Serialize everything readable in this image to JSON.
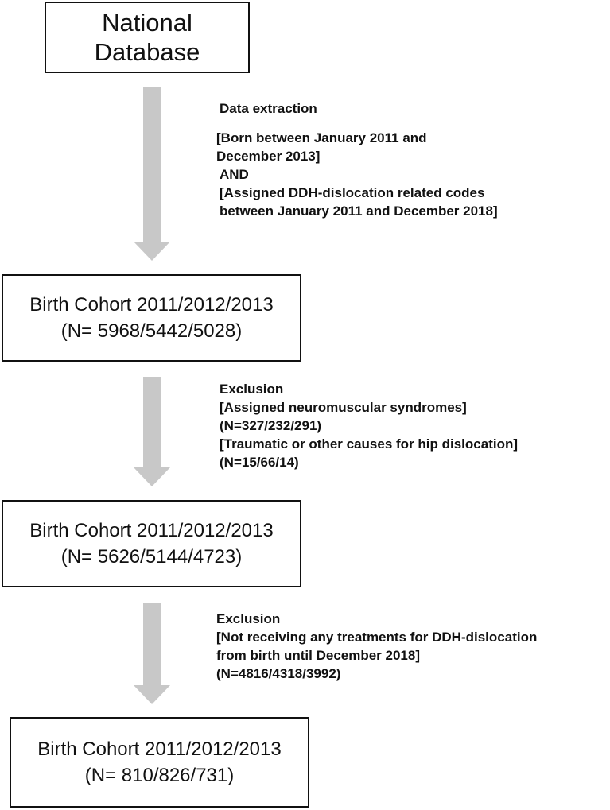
{
  "boxes": {
    "database": {
      "line1": "National",
      "line2": "Database"
    },
    "cohort_1": {
      "line1": "Birth Cohort 2011/2012/2013",
      "line2": "(N= 5968/5442/5028)"
    },
    "cohort_2": {
      "line1": "Birth Cohort 2011/2012/2013",
      "line2": "(N= 5626/5144/4723)"
    },
    "cohort_3": {
      "line1": "Birth Cohort 2011/2012/2013",
      "line2": "(N= 810/826/731)"
    }
  },
  "steps": {
    "extraction": {
      "title": "Data extraction",
      "l1": "[Born between January 2011 and",
      "l2": "December 2013]",
      "l3": "AND",
      "l4": "[Assigned DDH-dislocation related codes",
      "l5": "between January 2011 and December 2018]"
    },
    "exclusion_1": {
      "title": "Exclusion",
      "l1": "[Assigned neuromuscular syndromes]",
      "l2": "(N=327/232/291)",
      "l3": "[Traumatic or other causes for hip dislocation]",
      "l4": "(N=15/66/14)"
    },
    "exclusion_2": {
      "title": "Exclusion",
      "l1": "[Not receiving any treatments for DDH-dislocation",
      "l2": "from birth until December 2018]",
      "l3": "(N=4816/4318/3992)"
    }
  },
  "colors": {
    "arrow": "#c8c8c8",
    "border": "#111111",
    "text": "#111111"
  }
}
